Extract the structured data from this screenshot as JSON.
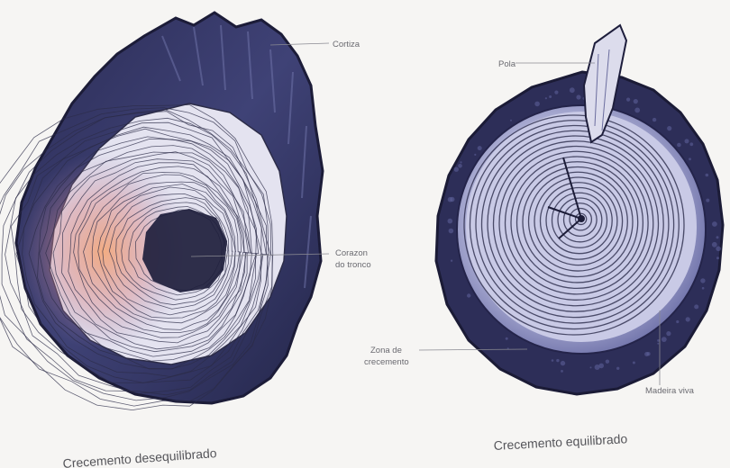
{
  "left_diagram": {
    "caption": "Crecemento desequilibrado",
    "labels": {
      "cortiza": "Cortiza",
      "corazon_line1": "Corazon",
      "corazon_line2": "do tronco"
    }
  },
  "right_diagram": {
    "caption": "Crecemento equilibrado",
    "labels": {
      "pola": "Pola",
      "zona_line1": "Zona de",
      "zona_line2": "crecemento",
      "madeira": "Madeira viva"
    }
  },
  "colors": {
    "bark_dark": "#2a2a52",
    "bark_mid": "#4a4d82",
    "wood_light": "#e9e8f2",
    "ring_line": "#2c2c48",
    "warm_glow": "#f1a277"
  }
}
